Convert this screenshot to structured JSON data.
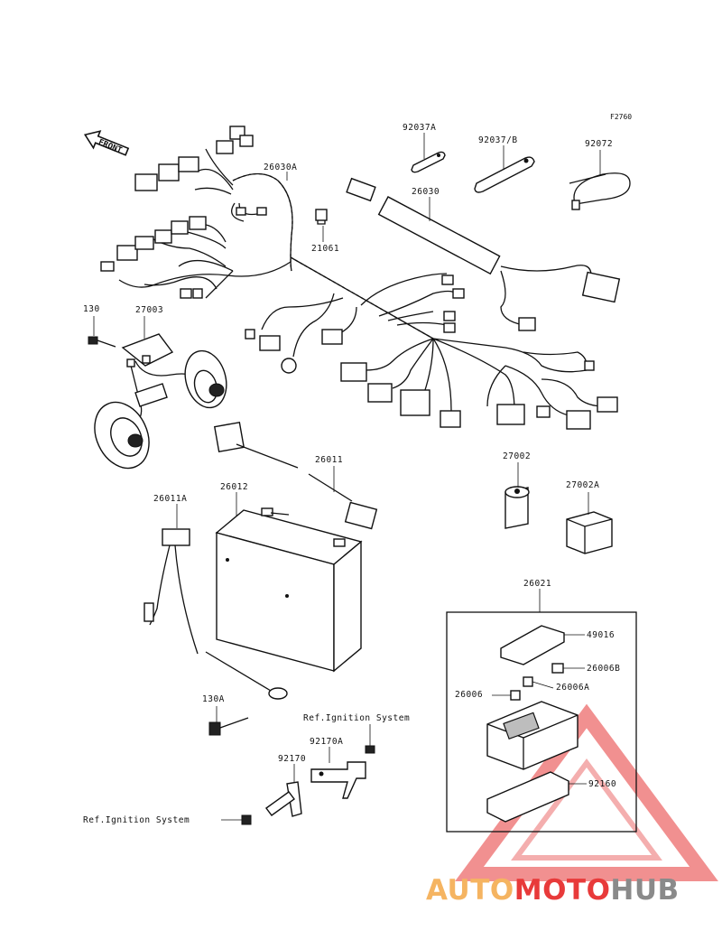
{
  "figure_code": "F2760",
  "front_label": "FRONT",
  "parts": {
    "p92037A": "92037A",
    "p92037B": "92037/B",
    "p92072": "92072",
    "p26030A": "26030A",
    "p26030": "26030",
    "p21061": "21061",
    "p130": "130",
    "p27003": "27003",
    "p26011": "26011",
    "p26012": "26012",
    "p26011A": "26011A",
    "p27002": "27002",
    "p27002A": "27002A",
    "p26021": "26021",
    "p49016": "49016",
    "p26006B": "26006B",
    "p26006": "26006",
    "p26006A": "26006A",
    "p92160": "92160",
    "p130A": "130A",
    "p92170A": "92170A",
    "p92170": "92170"
  },
  "refs": {
    "ignition_upper": "Ref.Ignition System",
    "ignition_lower": "Ref.Ignition System"
  },
  "watermark": {
    "part1": "AUTO",
    "part2": "MOTO",
    "part3": "HUB",
    "color_orange": "#f5b461",
    "color_red": "#e83a3a",
    "color_grey": "#8a8a8a"
  }
}
